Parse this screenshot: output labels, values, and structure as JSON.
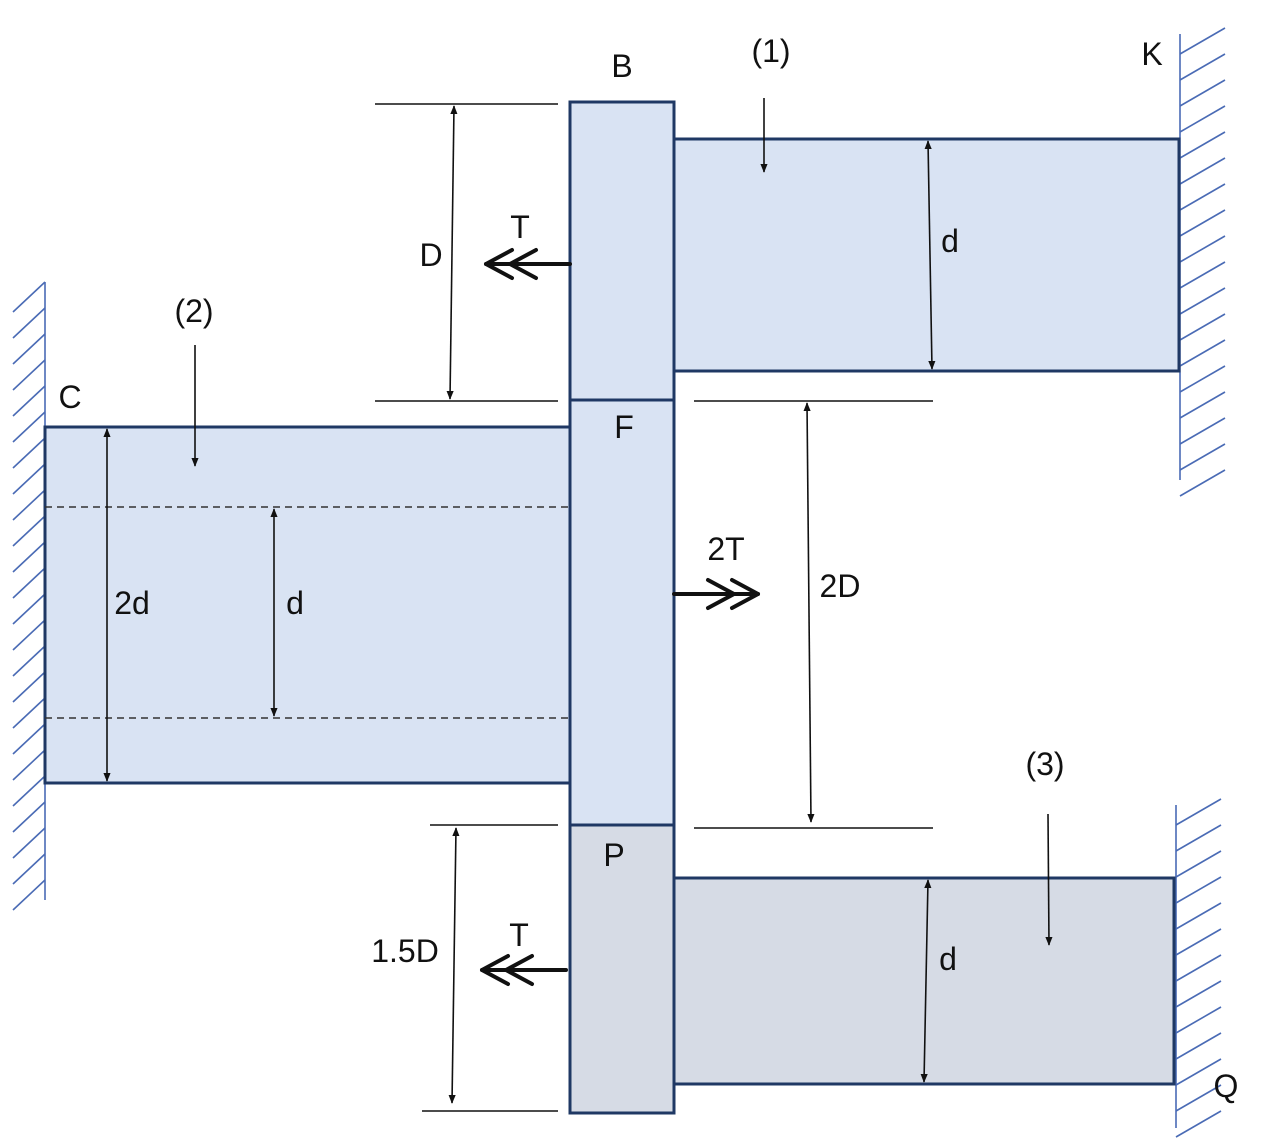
{
  "labels": {
    "point_b": "B",
    "point_k": "K",
    "point_c": "C",
    "point_f": "F",
    "point_p": "P",
    "point_q": "Q",
    "member_1": "(1)",
    "member_2": "(2)",
    "member_3": "(3)",
    "dim_d_member1": "d",
    "dim_D": "D",
    "dim_2d": "2d",
    "dim_d_member2_bore": "d",
    "dim_2D": "2D",
    "dim_1_5D": "1.5D",
    "dim_d_member3": "d",
    "torque_B": "T",
    "torque_F": "2T",
    "torque_P": "T"
  },
  "colors": {
    "shaft_fill": "#d9e3f3",
    "gear_p_fill": "#d6dbe5",
    "outline": "#1f3864",
    "wall_hatch": "#4a6bb5"
  }
}
